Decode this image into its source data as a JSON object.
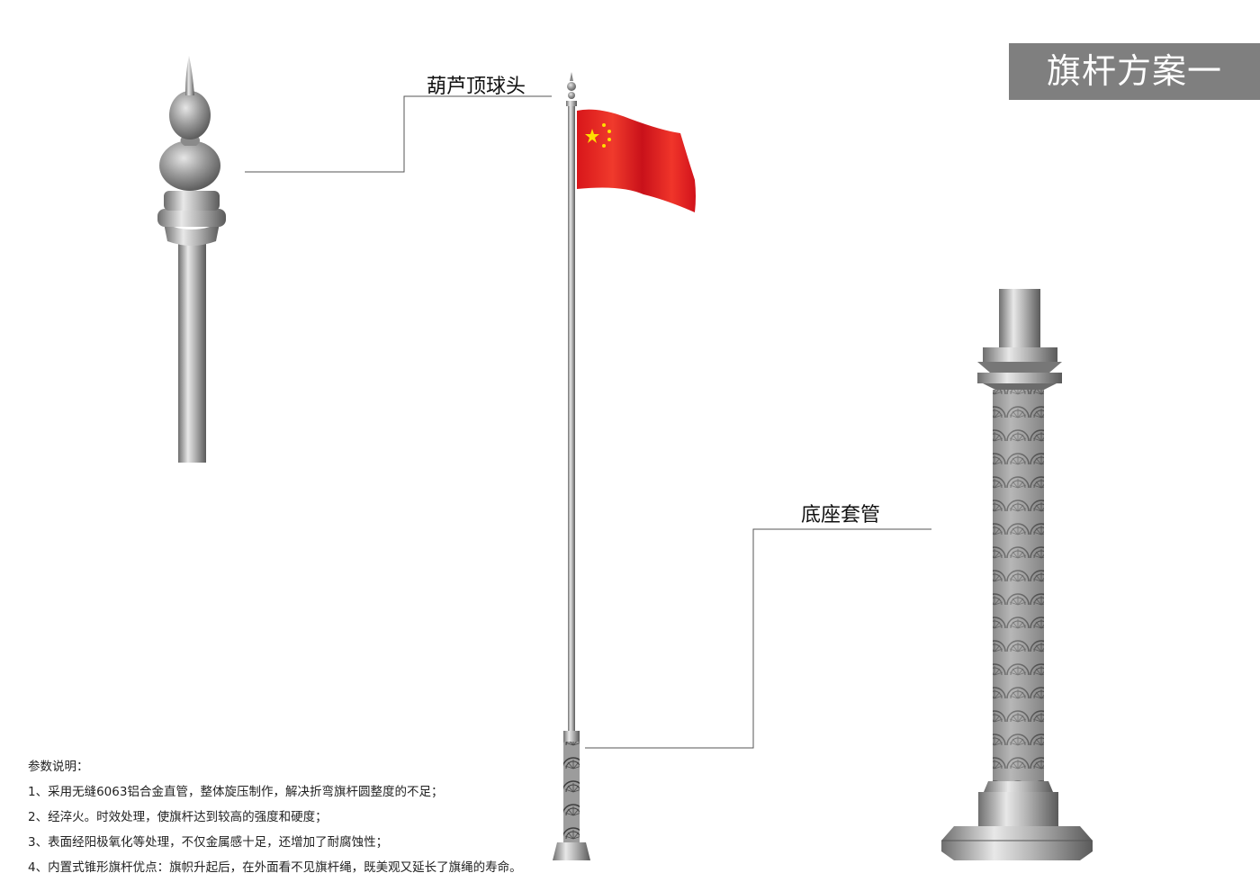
{
  "title": "旗杆方案一",
  "callouts": {
    "top": "葫芦顶球头",
    "base": "底座套管"
  },
  "params": {
    "heading": "参数说明：",
    "items": [
      "1、采用无缝6063铝合金直管，整体旋压制作，解决折弯旗杆圆整度的不足；",
      "2、经淬火。时效处理，使旗杆达到较高的强度和硬度；",
      "3、表面经阳极氧化等处理，不仅金属感十足，还增加了耐腐蚀性；",
      "4、内置式锥形旗杆优点：旗帜升起后，在外面看不见旗杆绳，既美观又延长了旗绳的寿命。"
    ]
  },
  "colors": {
    "title_bg": "#7f7f7f",
    "flag_red": "#e8231e",
    "flag_star": "#ffde00",
    "metal": "#a9a9a9"
  }
}
